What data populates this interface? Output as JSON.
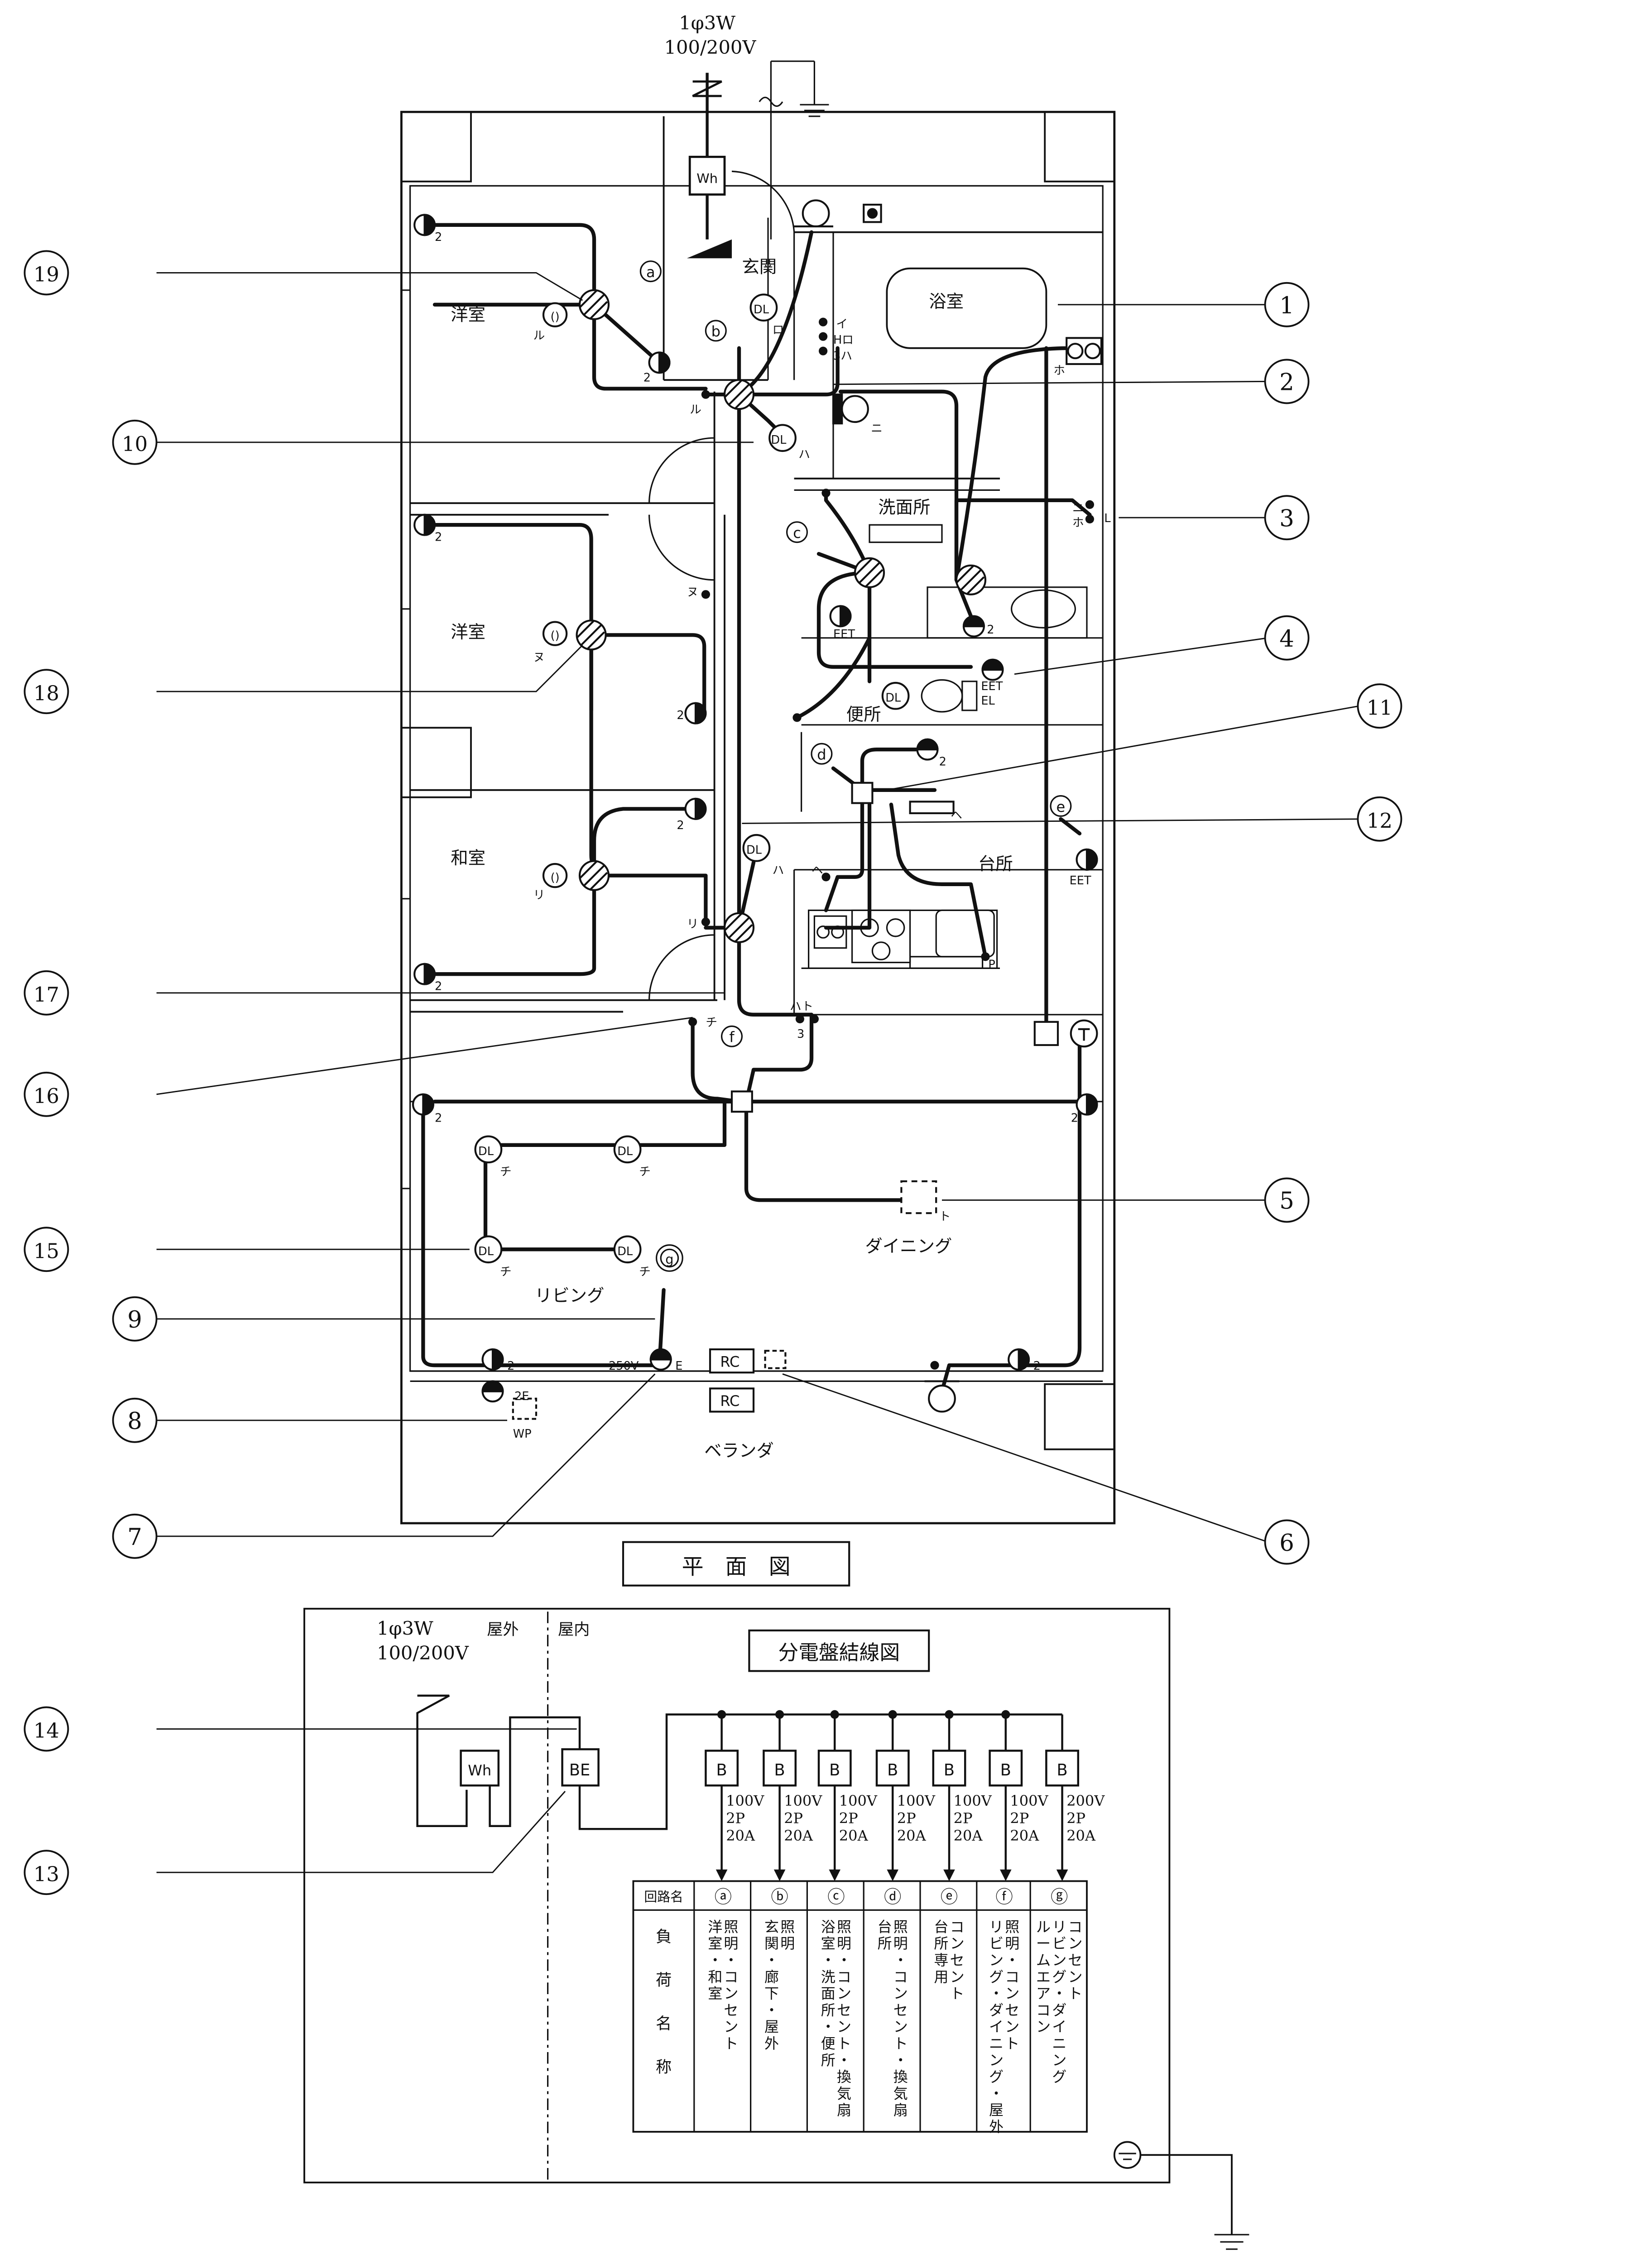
{
  "supply_label_line1": "1φ3W",
  "supply_label_line2": "100/200V",
  "rooms": {
    "genkan": "玄関",
    "yokushitsu": "浴室",
    "yoshitsu1": "洋室",
    "yoshitsu2": "洋室",
    "washitsu": "和室",
    "senmenjo": "洗面所",
    "benjo": "便所",
    "daidokoro": "台所",
    "dining": "ダイニング",
    "living": "リビング",
    "veranda": "ベランダ"
  },
  "plan_title": "平　面　図",
  "callouts": [
    "①",
    "②",
    "③",
    "④",
    "⑤",
    "⑥",
    "⑦",
    "⑧",
    "⑨",
    "⑩",
    "⑪",
    "⑫",
    "⑬",
    "⑭",
    "⑮",
    "⑯",
    "⑰",
    "⑱",
    "⑲"
  ],
  "circuit_marks": [
    "ⓐ",
    "ⓑ",
    "ⓒ",
    "ⓓ",
    "ⓔ",
    "ⓕ",
    "ⓖ"
  ],
  "symbol_labels": {
    "wh": "Wh",
    "dl": "DL",
    "rc": "RC",
    "eet": "EET",
    "eet_el": "EET\nEL",
    "two": "2",
    "three": "3",
    "two_e": "2E",
    "wp": "WP",
    "e": "E",
    "v250": "250V",
    "p": "P"
  },
  "switch_letters": {
    "i": "イ",
    "ro": "ロ",
    "ha": "ハ",
    "ni": "ニ",
    "ho": "ホ",
    "he": "ヘ",
    "to": "ト",
    "chi": "チ",
    "ri": "リ",
    "nu": "ヌ",
    "ru": "ル",
    "ha_3": "3ハ",
    "ni_ho": "ニ\nホ",
    "ha_to": "ハト",
    "L": "L"
  },
  "panel": {
    "title": "分電盤結線図",
    "outdoor": "屋外",
    "indoor": "屋内",
    "supply_line1": "1φ3W",
    "supply_line2": "100/200V",
    "wh": "Wh",
    "be": "BE",
    "breaker": "B",
    "header_label": "回路名",
    "load_label": "負\n荷\n名\n称",
    "breakers": [
      {
        "rating": [
          "100V",
          "2P",
          "20A"
        ],
        "circuit": "ⓐ",
        "load": "照明・コンセント\n洋室・和室"
      },
      {
        "rating": [
          "100V",
          "2P",
          "20A"
        ],
        "circuit": "ⓑ",
        "load": "照明\n玄関・廊下・屋外"
      },
      {
        "rating": [
          "100V",
          "2P",
          "20A"
        ],
        "circuit": "ⓒ",
        "load": "照明・コンセント・換気扇\n浴室・洗面所・便所"
      },
      {
        "rating": [
          "100V",
          "2P",
          "20A"
        ],
        "circuit": "ⓓ",
        "load": "照明・コンセント・換気扇\n台所"
      },
      {
        "rating": [
          "100V",
          "2P",
          "20A"
        ],
        "circuit": "ⓔ",
        "load": "コンセント\n台所専用"
      },
      {
        "rating": [
          "100V",
          "2P",
          "20A"
        ],
        "circuit": "ⓕ",
        "load": "照明・コンセント\nリビング・ダイニング・屋外"
      },
      {
        "rating": [
          "200V",
          "2P",
          "20A"
        ],
        "circuit": "ⓖ",
        "load": "コンセント\nリビング・ダイニング\nルームエアコン"
      }
    ]
  }
}
